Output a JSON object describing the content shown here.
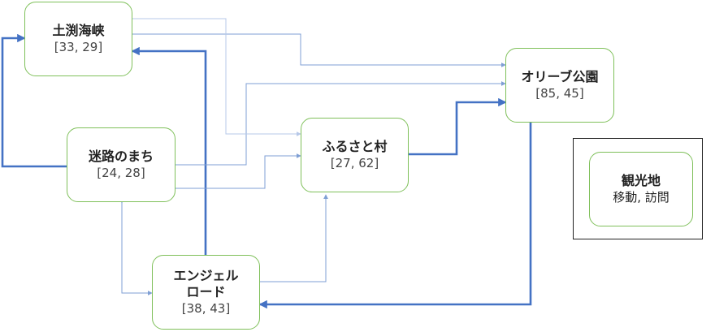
{
  "nodes": {
    "dobuchi": {
      "name": "土渕海峡",
      "value": "[33, 29]"
    },
    "meiro": {
      "name": "迷路のまち",
      "value": "[24, 28]"
    },
    "angel": {
      "name": "エンジェル\nロード",
      "value": "[38, 43]"
    },
    "furusato": {
      "name": "ふるさと村",
      "value": "[27, 62]"
    },
    "olive": {
      "name": "オリーブ公園",
      "value": "[85, 45]"
    }
  },
  "legend": {
    "title": "観光地",
    "subtitle": "移動, 訪問"
  },
  "colors": {
    "node_border": "#7fc05a",
    "edge_strong": "#4472c4",
    "edge_medium": "#7f9fd4",
    "edge_faint": "#b7c8e8",
    "legend_border": "#222222"
  }
}
